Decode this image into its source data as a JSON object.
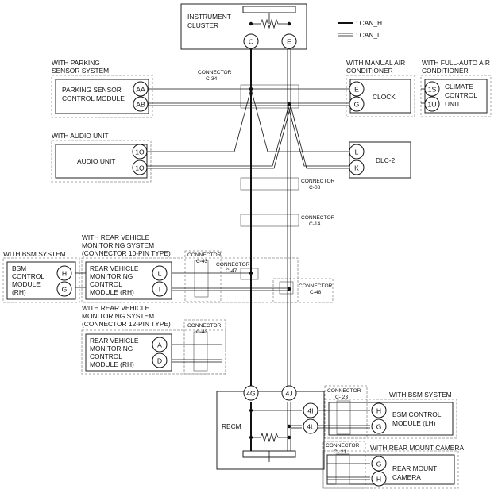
{
  "legend": {
    "high": ": CAN_H",
    "low": ": CAN_L"
  },
  "modules": {
    "instrument_cluster": {
      "name": [
        "INSTRUMENT",
        "CLUSTER"
      ],
      "pins": [
        "C",
        "E"
      ]
    },
    "parking_sensor": {
      "group": [
        "WITH PARKING",
        "SENSOR SYSTEM"
      ],
      "name": [
        "PARKING SENSOR",
        "CONTROL MODULE"
      ],
      "pins": [
        "AA",
        "AB"
      ]
    },
    "clock": {
      "group": [
        "WITH MANUAL AIR",
        "CONDITIONER"
      ],
      "name": [
        "CLOCK"
      ],
      "pins": [
        "E",
        "G"
      ]
    },
    "climate_control": {
      "group": [
        "WITH FULL-AUTO AIR",
        "CONDITIONER"
      ],
      "name": [
        "CLIMATE",
        "CONTROL",
        "UNIT"
      ],
      "pins": [
        "1S",
        "1U"
      ]
    },
    "audio_unit": {
      "group": [
        "WITH AUDIO UNIT"
      ],
      "name": [
        "AUDIO UNIT"
      ],
      "pins": [
        "1O",
        "1Q"
      ]
    },
    "dlc2": {
      "name": [
        "DLC-2"
      ],
      "pins": [
        "L",
        "K"
      ]
    },
    "bsm_rh": {
      "group": [
        "WITH BSM SYSTEM"
      ],
      "name": [
        "BSM",
        "CONTROL",
        "MODULE",
        "(RH)"
      ],
      "pins": [
        "H",
        "G"
      ]
    },
    "rear_vehicle_10": {
      "group": [
        "WITH REAR VEHICLE",
        "MONITORING SYSTEM",
        "(CONNECTOR 10-PIN TYPE)"
      ],
      "name": [
        "REAR VEHICLE",
        "MONITORING",
        "CONTROL",
        "MODULE (RH)"
      ],
      "pins": [
        "L",
        "I"
      ]
    },
    "rear_vehicle_12": {
      "group": [
        "WITH REAR VEHICLE",
        "MONITORING SYSTEM",
        "(CONNECTOR 12-PIN TYPE)"
      ],
      "name": [
        "REAR VEHICLE",
        "MONITORING",
        "CONTROL",
        "MODULE (RH)"
      ],
      "pins": [
        "A",
        "D"
      ]
    },
    "rbcm": {
      "name": [
        "RBCM"
      ],
      "pins": [
        "4G",
        "4J",
        "4I",
        "4L"
      ]
    },
    "bsm_lh": {
      "group": [
        "WITH BSM SYSTEM"
      ],
      "name": [
        "BSM CONTROL",
        "MODULE (LH)"
      ],
      "pins": [
        "H",
        "G"
      ]
    },
    "rear_camera": {
      "group": [
        "WITH REAR MOUNT CAMERA"
      ],
      "name": [
        "REAR MOUNT",
        "CAMERA"
      ],
      "pins": [
        "G",
        "H"
      ]
    }
  },
  "connectors": {
    "c34": [
      "CONNECTOR",
      "C-34"
    ],
    "c08": [
      "CONNECTOR",
      "C-08"
    ],
    "c14": [
      "CONNECTOR",
      "C-14"
    ],
    "c43a": [
      "CONNECTOR",
      "C-43"
    ],
    "c47": [
      "CONNECTOR",
      "C-47"
    ],
    "c48": [
      "CONNECTOR",
      "C-48"
    ],
    "c43b": [
      "CONNECTOR",
      "C-43"
    ],
    "c23": [
      "CONNECTOR",
      "C- 23"
    ],
    "c21": [
      "CONNECTOR",
      "C- 21"
    ]
  }
}
